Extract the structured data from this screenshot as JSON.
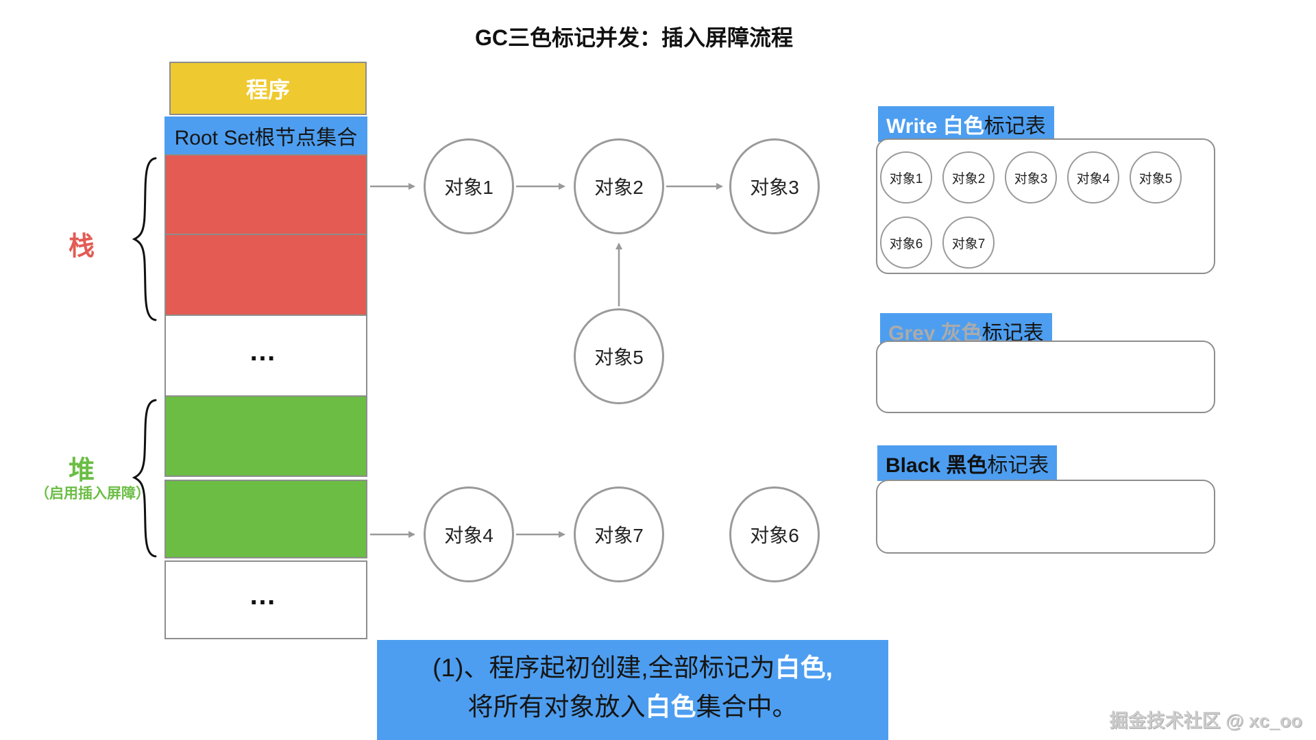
{
  "title": "GC三色标记并发：插入屏障流程",
  "memory": {
    "program": "程序",
    "root_set": "Root Set根节点集合",
    "stack_label": "栈",
    "heap_label": "堆",
    "heap_note": "（启用插入屏障）",
    "ellipsis_top": "…",
    "ellipsis_bottom": "…"
  },
  "nodes": [
    "对象1",
    "对象2",
    "对象3",
    "对象4",
    "对象5",
    "对象6",
    "对象7"
  ],
  "tables": {
    "white": {
      "title_highlight": "Write 白色",
      "title_rest": "标记表",
      "items": [
        "对象1",
        "对象2",
        "对象3",
        "对象4",
        "对象5",
        "对象6",
        "对象7"
      ]
    },
    "grey": {
      "title_highlight": "Grey 灰色",
      "title_rest": "标记表",
      "items": []
    },
    "black": {
      "title_highlight": "Black 黑色",
      "title_rest": "标记表",
      "items": []
    }
  },
  "banner": {
    "line1_pre": "(1)、程序起初创建,全部标记为",
    "line1_highlight": "白色,",
    "line2_pre": "将所有对象放入",
    "line2_highlight": "白色",
    "line2_post": "集合中。"
  },
  "watermark": "掘金技术社区 @ xc_oo",
  "colors": {
    "accent_blue": "#4D9EF0",
    "stack_red": "#E35B53",
    "heap_green": "#6BBD44",
    "program_yellow": "#EFC930",
    "grey_set_text": "#ABABAB",
    "connector_grey": "#999999",
    "panel_border_grey": "#8D8D8D"
  }
}
